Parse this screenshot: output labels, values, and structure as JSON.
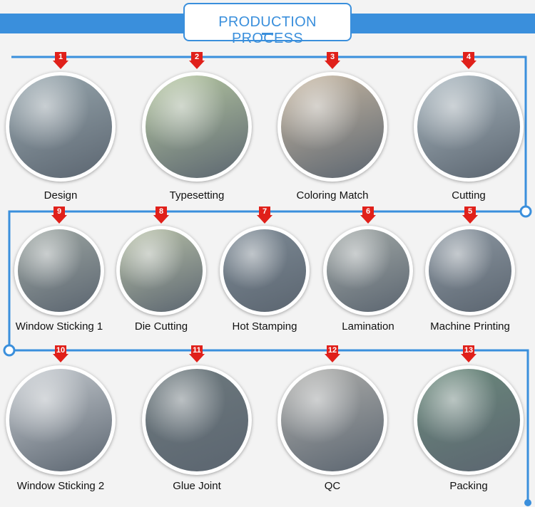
{
  "header": {
    "title": "PRODUCTION PROCESS"
  },
  "colors": {
    "accent": "#3a8fdc",
    "marker": "#e0201a",
    "background": "#f3f3f3"
  },
  "steps": [
    {
      "number": "1",
      "label": "Design",
      "tone": "#9aa9b0"
    },
    {
      "number": "2",
      "label": "Typesetting",
      "tone": "#b7c9a2"
    },
    {
      "number": "3",
      "label": "Coloring Match",
      "tone": "#c9b9a3"
    },
    {
      "number": "4",
      "label": "Cutting",
      "tone": "#a9b7bf"
    },
    {
      "number": "5",
      "label": "Machine Printing",
      "tone": "#8e99a3"
    },
    {
      "number": "6",
      "label": "Lamination",
      "tone": "#a3aaa8"
    },
    {
      "number": "7",
      "label": "Hot Stamping",
      "tone": "#7e8b96"
    },
    {
      "number": "8",
      "label": "Die Cutting",
      "tone": "#b9c2a9"
    },
    {
      "number": "9",
      "label": "Window Sticking 1",
      "tone": "#9fa8a4"
    },
    {
      "number": "10",
      "label": "Window Sticking 2",
      "tone": "#c8cdd2"
    },
    {
      "number": "11",
      "label": "Glue Joint",
      "tone": "#6e7a7e"
    },
    {
      "number": "12",
      "label": "QC",
      "tone": "#b0b0ad"
    },
    {
      "number": "13",
      "label": "Packing",
      "tone": "#6b8a7c"
    }
  ]
}
